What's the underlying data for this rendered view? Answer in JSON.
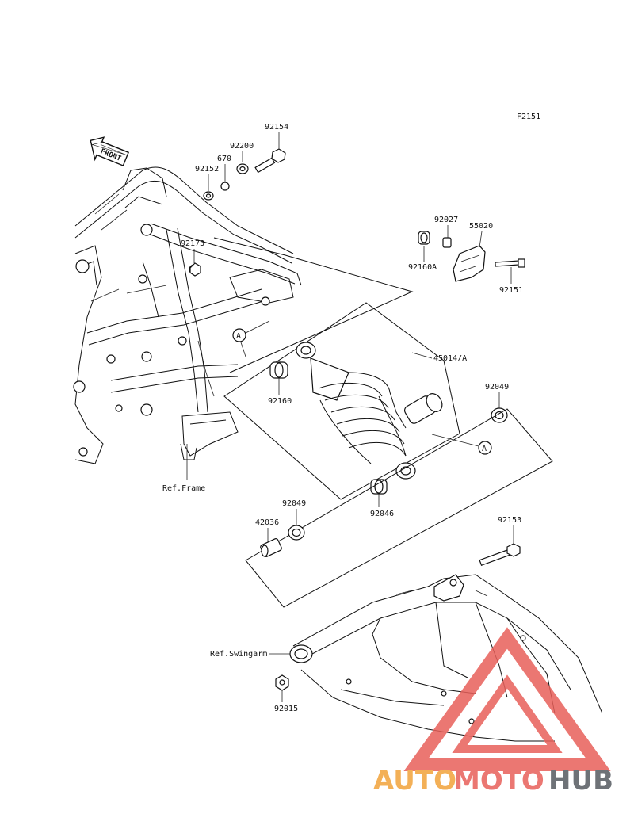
{
  "figure_code": "F2151",
  "front_label": "FRONT",
  "callout_symbol": "A",
  "parts": [
    {
      "key": "p92154",
      "label": "92154"
    },
    {
      "key": "p92200",
      "label": "92200"
    },
    {
      "key": "p670",
      "label": "670"
    },
    {
      "key": "p92152",
      "label": "92152"
    },
    {
      "key": "p92173",
      "label": "92173"
    },
    {
      "key": "p92027",
      "label": "92027"
    },
    {
      "key": "p55020",
      "label": "55020"
    },
    {
      "key": "p92160A",
      "label": "92160A"
    },
    {
      "key": "p92151",
      "label": "92151"
    },
    {
      "key": "p45014A",
      "label": "45014/A"
    },
    {
      "key": "p92160",
      "label": "92160"
    },
    {
      "key": "p92049a",
      "label": "92049"
    },
    {
      "key": "p92046",
      "label": "92046"
    },
    {
      "key": "p92049b",
      "label": "92049"
    },
    {
      "key": "p42036",
      "label": "42036"
    },
    {
      "key": "p92153",
      "label": "92153"
    },
    {
      "key": "p92015",
      "label": "92015"
    }
  ],
  "references": {
    "frame": "Ref.Frame",
    "swingarm": "Ref.Swingarm"
  },
  "watermark": {
    "part1": "AUTO",
    "part2": "MOTO",
    "part3": "HUB",
    "colors": {
      "orange": "#f2a33a",
      "red": "#e8605a",
      "gray": "#555a60"
    }
  }
}
